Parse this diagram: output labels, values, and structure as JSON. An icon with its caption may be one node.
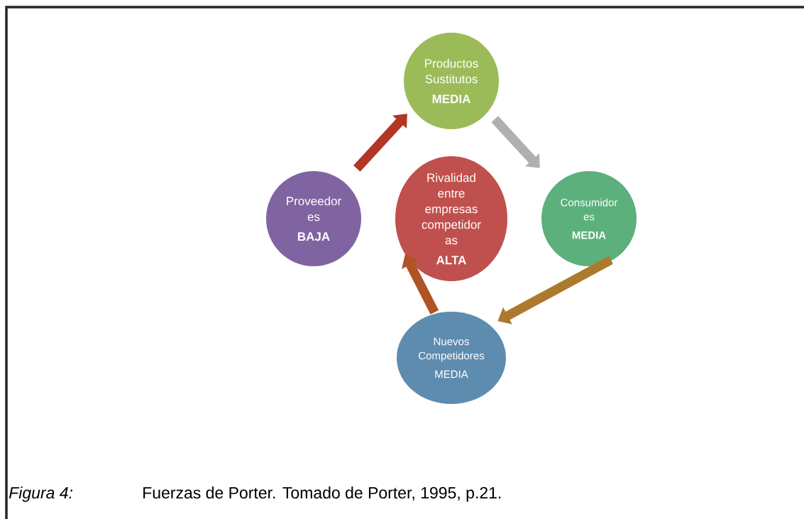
{
  "diagram": {
    "caption": "Fuerzas de Porter. Tomado de Porter, 1995, p.21.",
    "nodes": [
      {
        "text": [
          "Productos Sustitutos",
          "MEDIA"
        ]
      },
      {
        "text": [
          "Proveedor es",
          "BAJA"
        ]
      },
      {
        "text": [
          "Rivalidad entre empresas competidor as",
          "ALTA"
        ]
      },
      {
        "text": [
          "Consumidor es",
          "MEDIA"
        ]
      },
      {
        "text": [
          "Nuevos Competidores",
          "MEDIA"
        ]
      }
    ],
    "edges": [
      {
        "from": 1,
        "to": 0,
        "arrow": "to",
        "color": "#b33525"
      },
      {
        "from": 0,
        "to": 3,
        "arrow": "to",
        "color": "#b0b0b0"
      },
      {
        "from": 3,
        "to": 4,
        "arrow": "to",
        "color": "#ab7a2c"
      },
      {
        "from": 4,
        "to": 2,
        "arrow": "to",
        "color": "#b05325"
      }
    ],
    "labels": [
      "Figura 4:"
    ]
  }
}
